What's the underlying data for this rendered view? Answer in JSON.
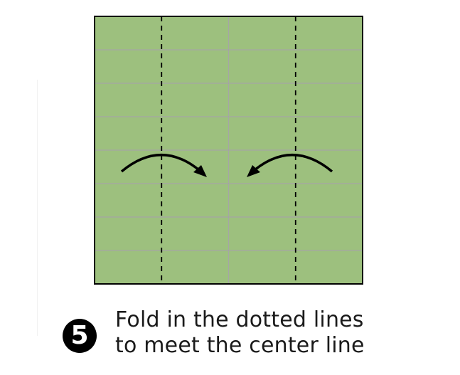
{
  "step": {
    "number": "5",
    "instruction_line1": "Fold in the dotted lines",
    "instruction_line2": "to meet the center line"
  },
  "diagram": {
    "paper_color": "#9dc07e",
    "grid_line_color": "#a5a5a5",
    "border_color": "#000000",
    "fold_line_color": "#000000",
    "arrow_color": "#000000",
    "grid_columns": 4,
    "grid_rows": 8,
    "dotted_fold_columns": [
      1,
      3
    ],
    "arrows": [
      {
        "direction": "right",
        "icon": "curved-arrow-right-icon"
      },
      {
        "direction": "left",
        "icon": "curved-arrow-left-icon"
      }
    ]
  }
}
